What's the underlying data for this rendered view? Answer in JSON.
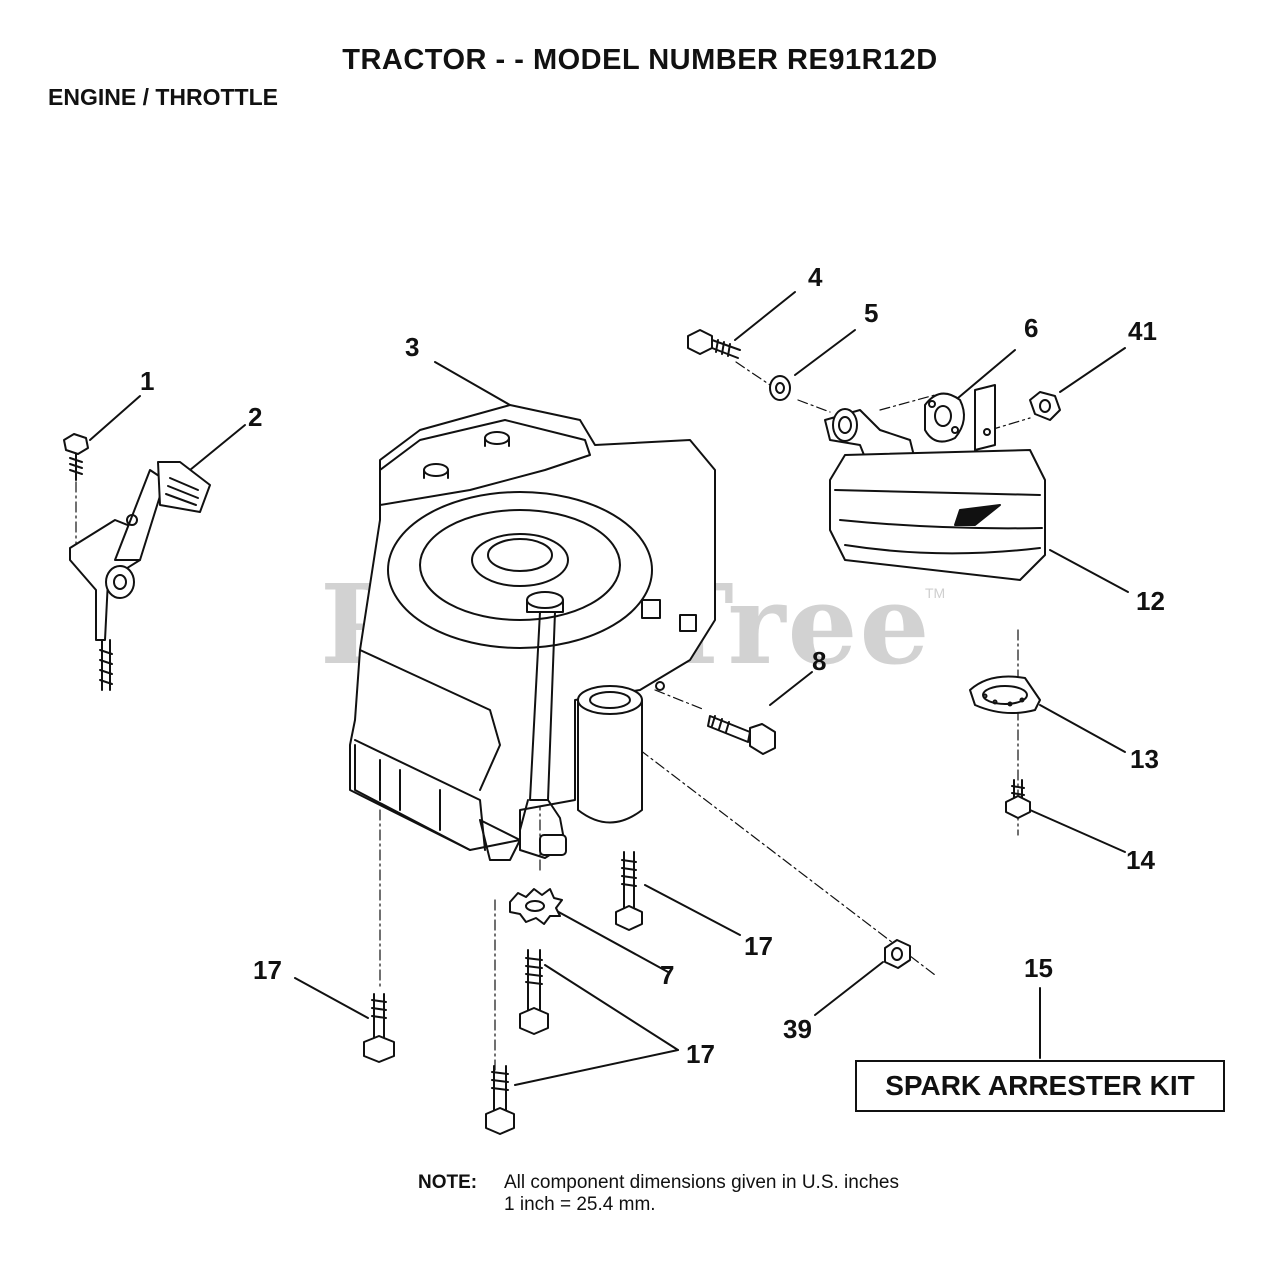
{
  "header": {
    "title": "TRACTOR - - MODEL NUMBER RE91R12D",
    "subtitle": "ENGINE / THROTTLE"
  },
  "watermark": {
    "text": "PartsTree",
    "trademark": "TM"
  },
  "callouts": [
    {
      "id": "1",
      "label": "1"
    },
    {
      "id": "2",
      "label": "2"
    },
    {
      "id": "3",
      "label": "3"
    },
    {
      "id": "4",
      "label": "4"
    },
    {
      "id": "5",
      "label": "5"
    },
    {
      "id": "6",
      "label": "6"
    },
    {
      "id": "41",
      "label": "41"
    },
    {
      "id": "12",
      "label": "12"
    },
    {
      "id": "8",
      "label": "8"
    },
    {
      "id": "13",
      "label": "13"
    },
    {
      "id": "14",
      "label": "14"
    },
    {
      "id": "17a",
      "label": "17"
    },
    {
      "id": "7",
      "label": "7"
    },
    {
      "id": "17b",
      "label": "17"
    },
    {
      "id": "17c",
      "label": "17"
    },
    {
      "id": "39",
      "label": "39"
    },
    {
      "id": "15",
      "label": "15"
    }
  ],
  "kit": {
    "label": "SPARK ARRESTER KIT"
  },
  "note": {
    "label": "NOTE:",
    "line1": "All component dimensions given in U.S. inches",
    "line2": "1 inch = 25.4 mm."
  },
  "colors": {
    "ink": "#111111",
    "watermark": "#d2d2d2"
  }
}
